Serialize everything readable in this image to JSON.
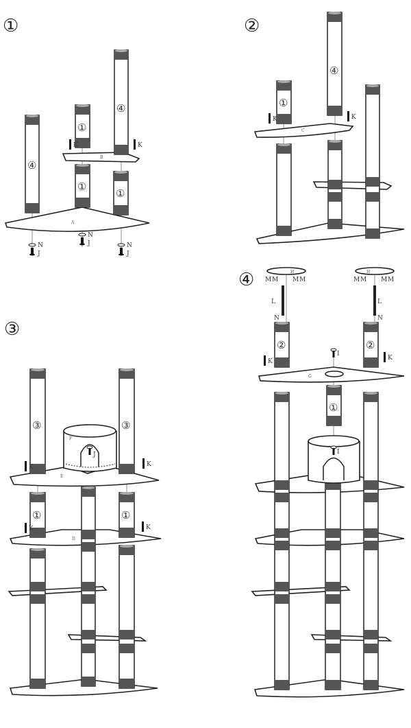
{
  "steps": [
    "①",
    "②",
    "③",
    "④"
  ],
  "post_labels": {
    "p1": "①",
    "p2": "②",
    "p3": "③",
    "p4": "④"
  },
  "parts": {
    "A": "A",
    "B": "B",
    "C": "C",
    "D": "D",
    "E": "E",
    "F": "F",
    "G": "G",
    "H": "H",
    "I": "I",
    "J": "J",
    "K": "K",
    "L": "L",
    "M": "M",
    "N": "N"
  },
  "colors": {
    "line": "#222222",
    "band": "#555555",
    "post": "#ffffff"
  }
}
